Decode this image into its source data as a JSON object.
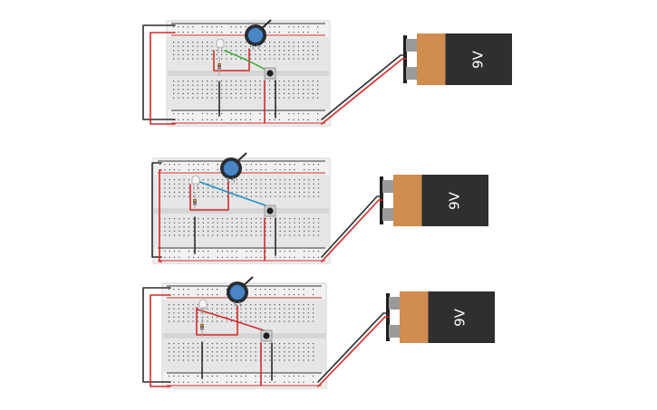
{
  "colors": {
    "wire_red": "#d42a2a",
    "wire_black": "#2b2b2b",
    "wire_green": "#3aa935",
    "wire_blue": "#1e90c8",
    "battery_body": "#2f2f2f",
    "battery_label_band": "#d18c4f",
    "potentiometer": "#4a86c5",
    "breadboard": "#e6e6e6"
  },
  "circuits": [
    {
      "id": "circuit-1",
      "battery_label": "9V",
      "signal_wire_color": "#3aa935"
    },
    {
      "id": "circuit-2",
      "battery_label": "9V",
      "signal_wire_color": "#1e90c8"
    },
    {
      "id": "circuit-3",
      "battery_label": "9V",
      "signal_wire_color": "#d42a2a"
    }
  ]
}
